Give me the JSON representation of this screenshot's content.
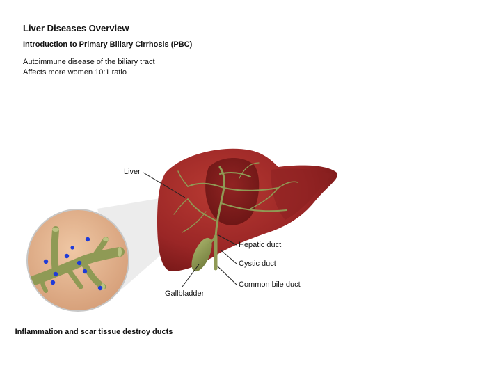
{
  "header": {
    "title": "Liver Diseases Overview",
    "subtitle": "Introduction to Primary Biliary Cirrhosis (PBC)",
    "bullets": [
      "Autoimmune disease of the biliary tract",
      "Affects more women 10:1 ratio"
    ]
  },
  "diagram": {
    "labels": {
      "liver": "Liver",
      "hepatic_duct": "Hepatic duct",
      "cystic_duct": "Cystic duct",
      "common_bile_duct": "Common bile duct",
      "gallbladder": "Gallbladder"
    },
    "inset_caption": "Inflammation and scar tissue destroy ducts",
    "colors": {
      "liver": "#9a2626",
      "liver_dark": "#6e1414",
      "duct": "#8f9a55",
      "inset_bg": "#e2b48f",
      "inflammation_cells": "#1f3bd8"
    }
  }
}
